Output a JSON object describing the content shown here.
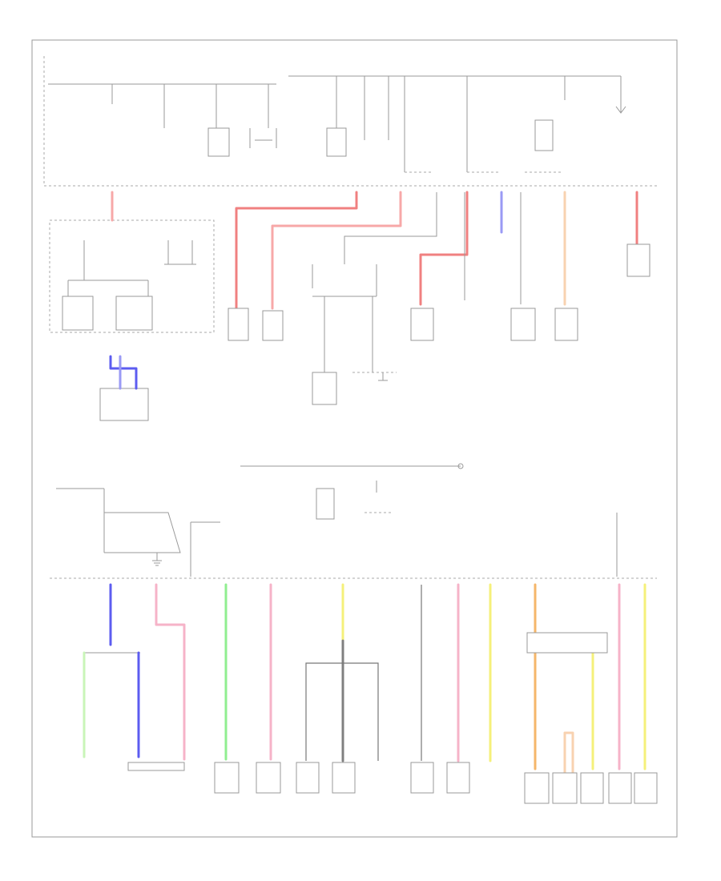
{
  "footer": {
    "corner_text": ""
  },
  "colors": {
    "red": "#f08080",
    "light_red": "#f7a8a8",
    "pink": "#f6b3c8",
    "blue": "#5c5cf0",
    "light_blue": "#9a9af5",
    "green": "#90ee90",
    "light_green": "#c9f5b8",
    "yellow": "#f5f07a",
    "orange": "#f5b66a",
    "light_orange": "#f8d2b0",
    "gray": "#808080",
    "frame": "#9a9a9a"
  },
  "icons": [
    "ground-symbol",
    "fuse-symbol",
    "connector-symbol",
    "relay-symbol"
  ]
}
